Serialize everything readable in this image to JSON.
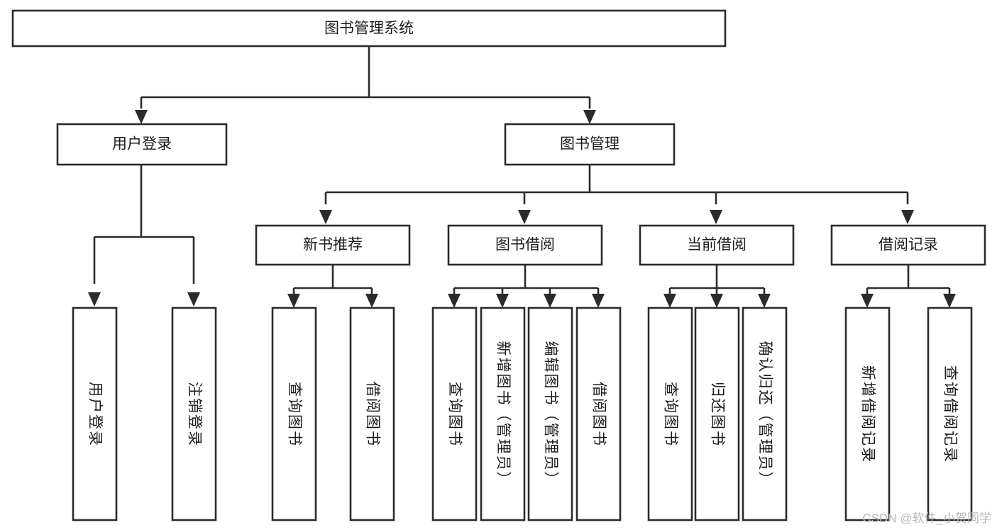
{
  "diagram": {
    "title": "图书管理系统",
    "type": "tree-hierarchy-diagram",
    "colors": {
      "stroke": "#2b2b2b",
      "box_fill": "#ffffff",
      "text": "#1c1c1c",
      "background": "#ffffff",
      "watermark": "#b8b8b8"
    },
    "root": {
      "label": "图书管理系统"
    },
    "level2": [
      {
        "label": "用户登录"
      },
      {
        "label": "图书管理"
      }
    ],
    "level3": [
      {
        "label": "新书推荐"
      },
      {
        "label": "图书借阅"
      },
      {
        "label": "当前借阅"
      },
      {
        "label": "借阅记录"
      }
    ],
    "leaves": {
      "user_login": [
        {
          "label": "用户登录"
        },
        {
          "label": "注销登录"
        }
      ],
      "new_book_recommend": [
        {
          "label": "查询图书"
        },
        {
          "label": "借阅图书"
        }
      ],
      "book_borrow": [
        {
          "label": "查询图书"
        },
        {
          "label": "新增图书（管理员）"
        },
        {
          "label": "编辑图书（管理员）"
        },
        {
          "label": "借阅图书"
        }
      ],
      "current_borrow": [
        {
          "label": "查询图书"
        },
        {
          "label": "归还图书"
        },
        {
          "label": "确认归还（管理员）"
        }
      ],
      "borrow_record": [
        {
          "label": "新增借阅记录"
        },
        {
          "label": "查询借阅记录"
        }
      ]
    }
  },
  "watermark": {
    "text": "CSDN @软件_小贺同学"
  }
}
